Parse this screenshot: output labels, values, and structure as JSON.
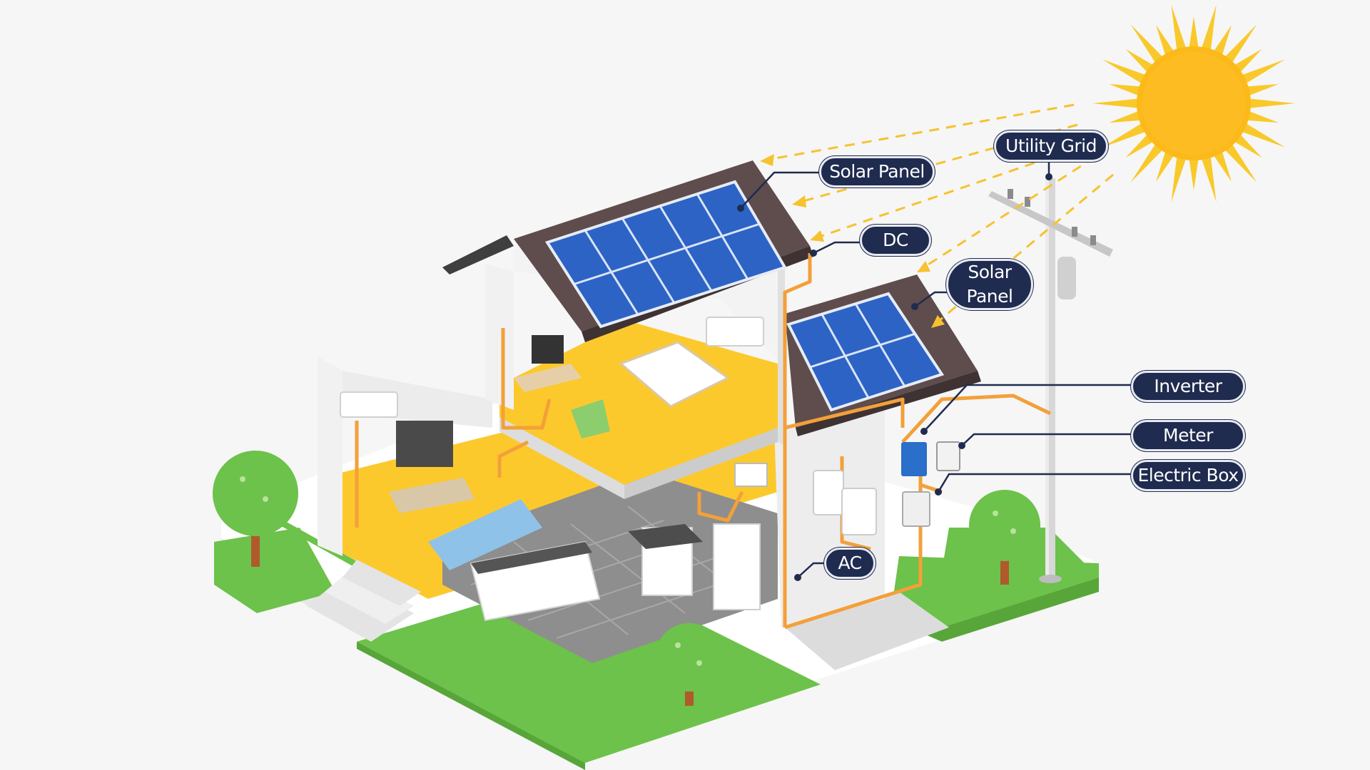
{
  "diagram": {
    "labels": {
      "utility_grid": "Utility Grid",
      "solar_panel_main": "Solar Panel",
      "dc": "DC",
      "solar_panel_secondary": "Solar\nPanel",
      "inverter": "Inverter",
      "meter": "Meter",
      "electric_box": "Electric Box",
      "ac": "AC"
    },
    "colors": {
      "background": "#f6f6f6",
      "callout_fill": "#1f2b4f",
      "callout_text": "#ffffff",
      "sun": "#fbb91a",
      "sun_rays": "#f9c92b",
      "sun_beam": "#f7c22f",
      "wiring": "#f3a03a",
      "roof": "#5f4c4c",
      "solar_cell": "#2d63c4",
      "floor_yellow": "#fcc92d",
      "floor_lavender": "#a9a4e0",
      "floor_tiles": "#8e8e8e",
      "grass": "#6cc24a",
      "walls": "#f1f1f1",
      "sofa": "#8fc2e8",
      "tree_foliage": "#6cc24a",
      "tree_trunk": "#b05a2b",
      "pole": "#d7d7d7"
    }
  }
}
